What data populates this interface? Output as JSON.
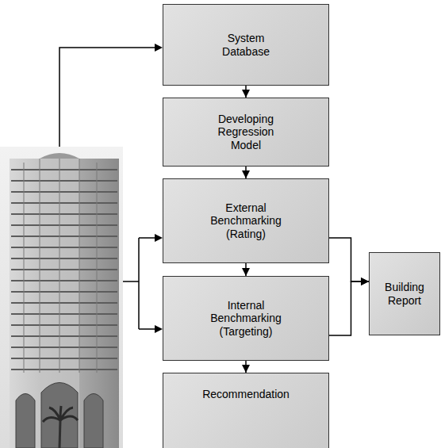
{
  "diagram": {
    "nodes": [
      {
        "text": [
          "System Database"
        ]
      },
      {
        "text": [
          "Developing Regression Model"
        ]
      },
      {
        "text": [
          "External Benchmarking (Rating)"
        ]
      },
      {
        "text": [
          "Internal Benchmarking (Targeting)"
        ]
      },
      {
        "text": [
          "Recommendation"
        ]
      },
      {
        "text": [
          "Building Report"
        ]
      }
    ],
    "edges": [
      {
        "from": 0,
        "to": 1,
        "arrow": "to"
      },
      {
        "from": 1,
        "to": 2,
        "arrow": "to"
      },
      {
        "from": 2,
        "to": 3,
        "arrow": "to"
      },
      {
        "from": 3,
        "to": 4,
        "arrow": "to"
      },
      {
        "from": 2,
        "to": 5,
        "arrow": "to"
      },
      {
        "from": 3,
        "to": 5,
        "arrow": "to"
      }
    ]
  }
}
